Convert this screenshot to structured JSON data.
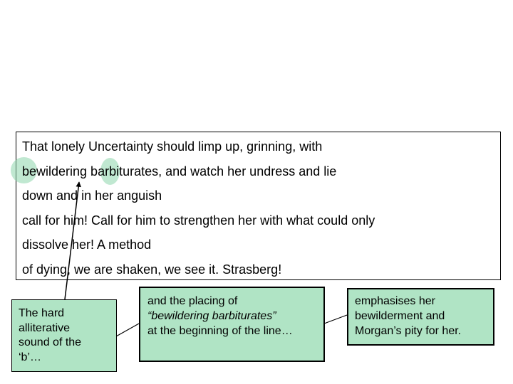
{
  "slide": {
    "background": "#ffffff",
    "colors": {
      "annotation_fill": "#b0e4c5",
      "highlight_circle_fill": "#c3e9d1",
      "border": "#000000",
      "text": "#000000"
    }
  },
  "poem": {
    "lines": [
      "That lonely Uncertainty should limp up, grinning, with",
      "bewildering barbiturates, and watch her undress and lie",
      "down and in her anguish",
      "call for him! Call for him to strengthen her with what could only",
      "dissolve her! A method",
      "of dying, we are shaken, we see it. Strasberg!"
    ]
  },
  "highlights": {
    "circle1_target": "b-in-bewildering",
    "circle2_target": "b-in-barbiturates"
  },
  "annotations": {
    "alliteration": {
      "lines": [
        "The hard",
        "alliterative",
        "sound of the",
        "‘b’…"
      ]
    },
    "placement": {
      "line1": "and the placing of",
      "line2": "“bewildering barbiturates”",
      "line3": "at the beginning of the line…"
    },
    "effect": {
      "lines": [
        "emphasises her",
        "bewilderment and",
        "Morgan’s pity for her."
      ]
    }
  }
}
